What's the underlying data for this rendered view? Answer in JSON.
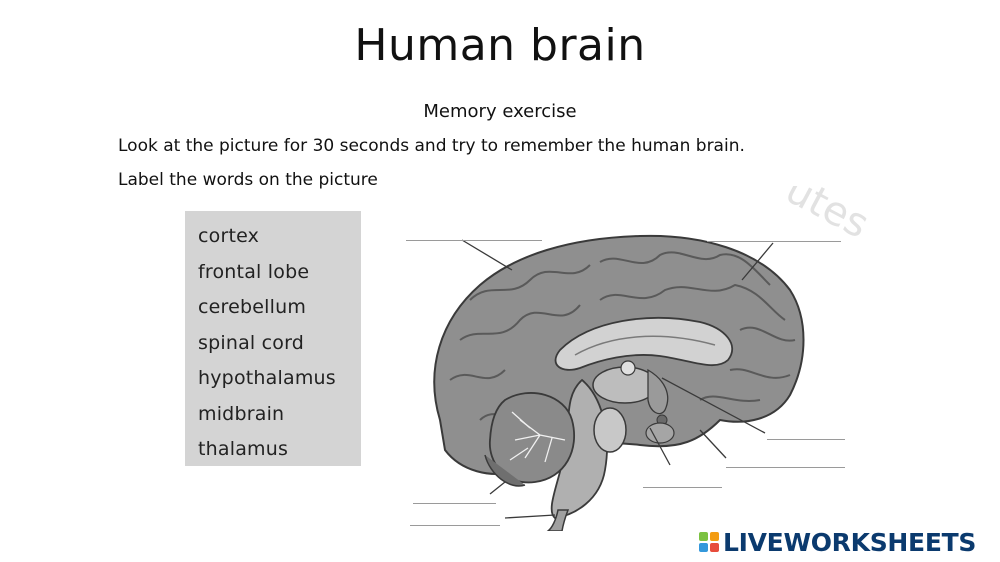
{
  "slide": {
    "title": "Human brain",
    "subtitle": "Memory exercise",
    "instruction_1": "Look at the picture for 30 seconds and try to remember the human brain.",
    "instruction_2": "Label the words on the picture"
  },
  "word_bank": {
    "items": [
      "cortex",
      "frontal lobe",
      "cerebellum",
      "spinal cord",
      "hypothalamus",
      "midbrain",
      "thalamus"
    ]
  },
  "diagram": {
    "watermark_text": "utes",
    "answer_blank_count": 7
  },
  "branding": {
    "logo_text": "LIVEWORKSHEETS",
    "logo_colors": [
      "#7cc242",
      "#f39c12",
      "#3498db",
      "#e74c3c"
    ]
  }
}
